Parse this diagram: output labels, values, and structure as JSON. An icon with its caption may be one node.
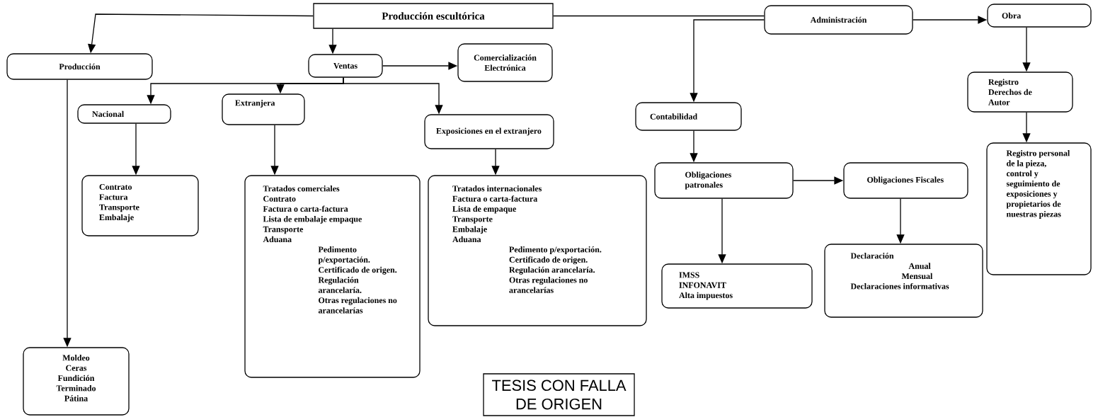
{
  "diagram": {
    "nodes": [
      {
        "text": [
          "Producción escultórica"
        ]
      },
      {
        "text": [
          "Producción"
        ]
      },
      {
        "text": [
          "Ventas"
        ]
      },
      {
        "text": [
          "Comercialización Electrónica"
        ]
      },
      {
        "text": [
          "Nacional"
        ]
      },
      {
        "text": [
          "Extranjera"
        ]
      },
      {
        "text": [
          "Exposiciones en el extranjero"
        ]
      },
      {
        "text": [
          "Contrato",
          "Factura",
          "Transporte",
          "Embalaje"
        ]
      },
      {
        "text": [
          "Tratados comerciales",
          "Contrato",
          "Factura o carta-factura",
          "Lista de embalaje empaque",
          "Transporte",
          "Aduana",
          "Pedimento p/exportación.",
          "Certificado de origen.",
          "Regulación arancelaría.",
          "Otras regulaciones no arancelarías"
        ]
      },
      {
        "text": [
          "Tratados internacionales",
          "Factura o carta-factura",
          "Lista de empaque",
          "Transporte",
          "Embalaje",
          "Aduana",
          "Pedimento p/exportación.",
          "Certificado de origen.",
          "Regulación arancelaría.",
          "Otras regulaciones no arancelarías"
        ]
      },
      {
        "text": [
          "Moldeo",
          "Ceras",
          "Fundición",
          "Terminado",
          "Pátina"
        ]
      },
      {
        "text": [
          "Administración"
        ]
      },
      {
        "text": [
          "Obra"
        ]
      },
      {
        "text": [
          "Contabilidad"
        ]
      },
      {
        "text": [
          "Obligaciones patronales"
        ]
      },
      {
        "text": [
          "Obligaciones Fiscales"
        ]
      },
      {
        "text": [
          "IMSS",
          "INFONAVIT",
          "Alta impuestos"
        ]
      },
      {
        "text": [
          "Declaración",
          "Anual",
          "Mensual",
          "Declaraciones informativas"
        ]
      },
      {
        "text": [
          "Registro Derechos de Autor"
        ]
      },
      {
        "text": [
          "Registro personal de la pieza, control y seguimiento de exposiciones y propietarios de nuestras piezas"
        ]
      },
      {
        "text": [
          "TESIS CON FALLA DE ORIGEN"
        ]
      }
    ],
    "edges": [
      {
        "from": 0,
        "to": 1,
        "arrow": "to"
      },
      {
        "from": 0,
        "to": 2,
        "arrow": "to"
      },
      {
        "from": 0,
        "to": 11,
        "arrow": "none"
      },
      {
        "from": 11,
        "to": 12,
        "arrow": "to"
      },
      {
        "from": 11,
        "to": 13,
        "arrow": "to"
      },
      {
        "from": 2,
        "to": 3,
        "arrow": "to"
      },
      {
        "from": 2,
        "to": 4,
        "arrow": "to"
      },
      {
        "from": 2,
        "to": 5,
        "arrow": "to"
      },
      {
        "from": 2,
        "to": 6,
        "arrow": "to"
      },
      {
        "from": 4,
        "to": 7,
        "arrow": "to"
      },
      {
        "from": 5,
        "to": 8,
        "arrow": "to"
      },
      {
        "from": 6,
        "to": 9,
        "arrow": "to"
      },
      {
        "from": 1,
        "to": 10,
        "arrow": "to"
      },
      {
        "from": 13,
        "to": 14,
        "arrow": "to"
      },
      {
        "from": 14,
        "to": 15,
        "arrow": "to"
      },
      {
        "from": 14,
        "to": 16,
        "arrow": "to"
      },
      {
        "from": 15,
        "to": 17,
        "arrow": "to"
      },
      {
        "from": 12,
        "to": 18,
        "arrow": "to"
      },
      {
        "from": 18,
        "to": 19,
        "arrow": "to"
      }
    ]
  }
}
